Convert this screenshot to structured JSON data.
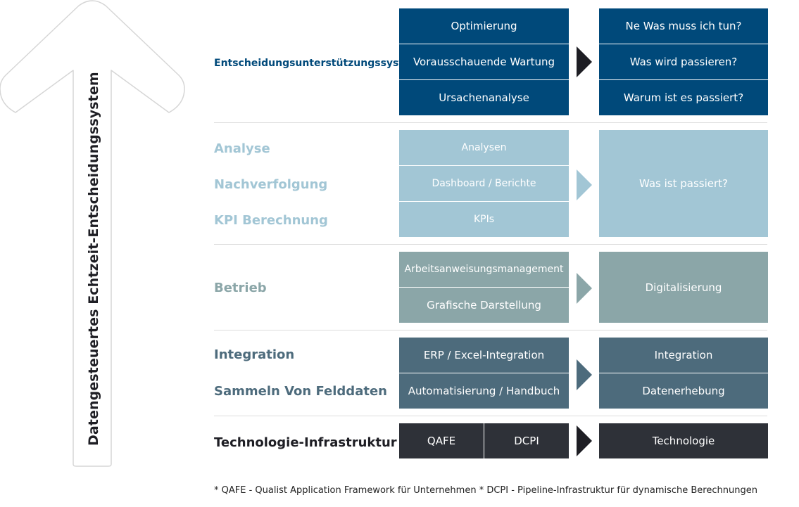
{
  "vertical_label": "Datengesteuertes Echtzeit-Entscheidungssystem",
  "colors": {
    "dark_blue": "#00497a",
    "light_blue": "#a2c6d5",
    "grey_teal": "#8ba6a8",
    "slate": "#4d6b7c",
    "dark": "#2e3138",
    "label_dark_blue": "#00497a",
    "label_light_blue": "#a2c6d5",
    "label_grey_teal": "#8ba6a8",
    "label_slate": "#4d6b7c",
    "label_dark": "#1e1e24"
  },
  "rows": {
    "decision": {
      "labels": [
        "Entscheidungsunterstützungssystem"
      ],
      "left_boxes": [
        "Optimierung",
        "Vorausschauende Wartung",
        "Ursachenanalyse"
      ],
      "right_boxes": [
        "Ne Was muss ich tun?",
        "Was wird passieren?",
        "Warum ist es passiert?"
      ]
    },
    "analysis": {
      "labels": [
        "Analyse",
        "Nachverfolgung",
        "KPI Berechnung"
      ],
      "left_boxes": [
        "Analysen",
        "Dashboard / Berichte",
        "KPIs"
      ],
      "right_boxes": [
        "Was ist passiert?"
      ]
    },
    "operation": {
      "labels": [
        "Betrieb"
      ],
      "left_boxes": [
        "Arbeitsanweisungsmanagement",
        "Grafische Darstellung"
      ],
      "right_boxes": [
        "Digitalisierung"
      ]
    },
    "integration": {
      "labels": [
        "Integration",
        "Sammeln Von Felddaten"
      ],
      "left_boxes": [
        "ERP / Excel-Integration",
        "Automatisierung / Handbuch"
      ],
      "right_boxes": [
        "Integration",
        "Datenerhebung"
      ]
    },
    "technology": {
      "labels": [
        "Technologie-Infrastruktur"
      ],
      "left_boxes": [
        "QAFE",
        "DCPI"
      ],
      "right_boxes": [
        "Technologie"
      ]
    }
  },
  "footnote": "* QAFE - Qualist Application Framework für Unternehmen * DCPI - Pipeline-Infrastruktur für dynamische Berechnungen"
}
